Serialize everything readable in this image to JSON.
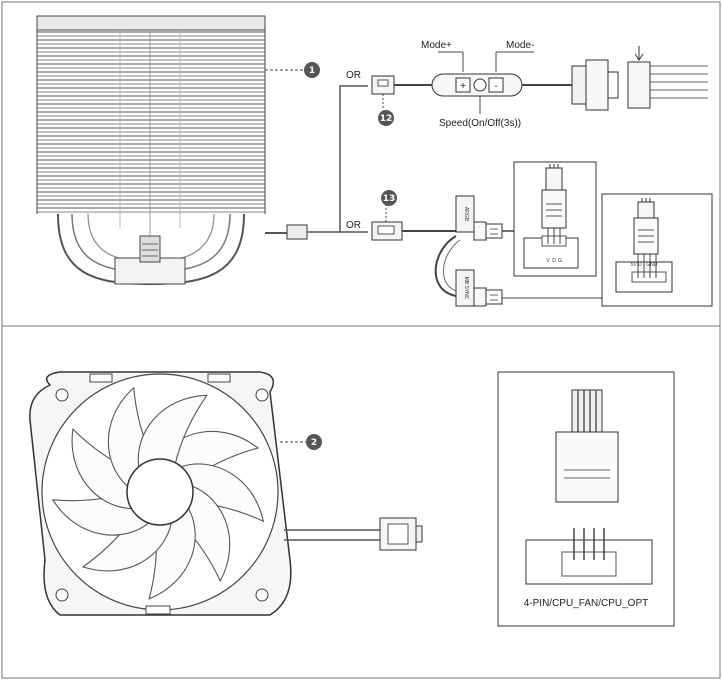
{
  "top_panel": {
    "callout_1": "1",
    "callout_12": "12",
    "callout_13": "13",
    "or_top": "OR",
    "or_bottom": "OR",
    "mode_plus": "Mode+",
    "mode_minus": "Mode-",
    "speed_label": "Speed(On/Off(3s))",
    "ctrl_plus": "+",
    "ctrl_minus": "-",
    "hub_label": "ARGB",
    "pin_v": "V",
    "pin_d": "D",
    "pin_g": "G",
    "mb_pins": "5V D - GND",
    "small_text_a": "ARGB",
    "small_text_b": "MB SYNC"
  },
  "bottom_panel": {
    "callout_2": "2",
    "header_label": "4-PIN/CPU_FAN/CPU_OPT"
  }
}
